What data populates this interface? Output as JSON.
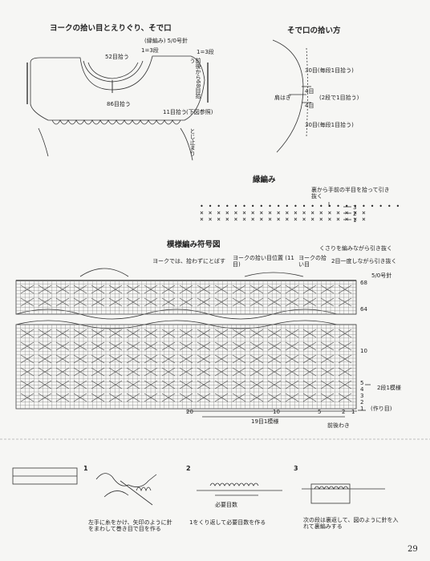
{
  "yoke": {
    "title": "ヨークの拾い目とえりぐり、そで口",
    "edge_needle": "(縁編み) 5/0号針",
    "pick_52": "52目拾う",
    "rows_1_3a": "1=3段",
    "rows_1_3b": "1=3段",
    "front_68": "前後から68目拾う",
    "pick_86": "86目拾う",
    "pick_11": "11目拾う",
    "see_diagram": "(下図参照)",
    "bind_off": "とじ止まり"
  },
  "sleeve": {
    "title": "そで口の拾い方",
    "rows_30a": "30目(毎段1目拾う)",
    "rows_4a": "4目",
    "rows_2_1": "(2段で1目拾う)",
    "shoulder": "肩はぎ",
    "rows_4b": "4目",
    "rows_30b": "30目(毎段1目拾う)"
  },
  "edging": {
    "title": "縁編み",
    "note": "裏から手前の半目を拾って引き抜く",
    "rows": [
      "3",
      "2",
      "1"
    ]
  },
  "chart": {
    "title": "模様編み符号図",
    "note_no_pick": "ヨークでは、拾わずにとばす",
    "note_yoke_pos": "ヨークの拾い目位置 (11目)",
    "note_pass": "くさりを編みながら引き抜く",
    "note_yoke_pick": "ヨークの拾い目",
    "note_2dec": "2目一度しながら引き抜く",
    "needle": "5/0号針",
    "right_nums": [
      "68",
      "64",
      "10",
      "5",
      "4",
      "3",
      "2",
      "1"
    ],
    "repeat_2": "2段1模様",
    "cast_on": "(作り目)",
    "bottom_nums": [
      "20",
      "10",
      "5",
      "2",
      "1"
    ],
    "repeat_19": "19目1模様",
    "front_side": "前後わき"
  },
  "steps": {
    "one": "1",
    "two": "2",
    "three": "3",
    "cap1": "左手に糸をかけ、矢印のように針をまわして巻き目で目を作る",
    "cap2": "1をくり返して必要目数を作る",
    "cap3": "次の段は裏返して、図のように針を入れて裏編みする",
    "needed": "必要目数"
  },
  "page_number": "29"
}
